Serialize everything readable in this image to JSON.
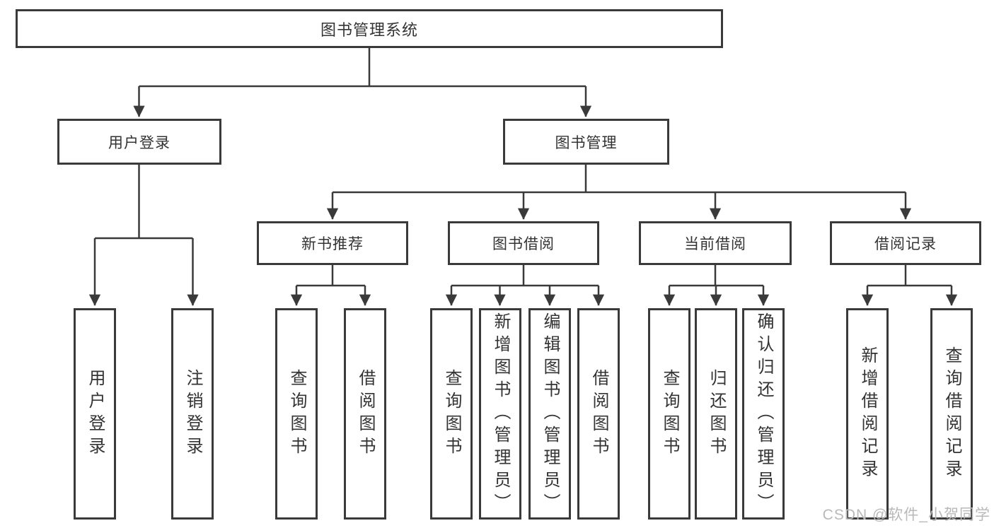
{
  "tree": {
    "root": {
      "label": "图书管理系统",
      "children": [
        {
          "label": "用户登录",
          "children": [
            {
              "label": "用户登录"
            },
            {
              "label": "注销登录"
            }
          ]
        },
        {
          "label": "图书管理",
          "children": [
            {
              "label": "新书推荐",
              "children": [
                {
                  "label": "查询图书"
                },
                {
                  "label": "借阅图书"
                }
              ]
            },
            {
              "label": "图书借阅",
              "children": [
                {
                  "label": "查询图书"
                },
                {
                  "label": "新增图书（管理员）"
                },
                {
                  "label": "编辑图书（管理员）"
                },
                {
                  "label": "借阅图书"
                }
              ]
            },
            {
              "label": "当前借阅",
              "children": [
                {
                  "label": "查询图书"
                },
                {
                  "label": "归还图书"
                },
                {
                  "label": "确认归还（管理员）"
                }
              ]
            },
            {
              "label": "借阅记录",
              "children": [
                {
                  "label": "新增借阅记录"
                },
                {
                  "label": "查询借阅记录"
                }
              ]
            }
          ]
        }
      ]
    }
  },
  "watermark": "CSDN @软件_小贺同学",
  "colors": {
    "line": "#3a3a3a",
    "text": "#333333",
    "watermark": "#b9b9b9",
    "background": "#ffffff"
  }
}
